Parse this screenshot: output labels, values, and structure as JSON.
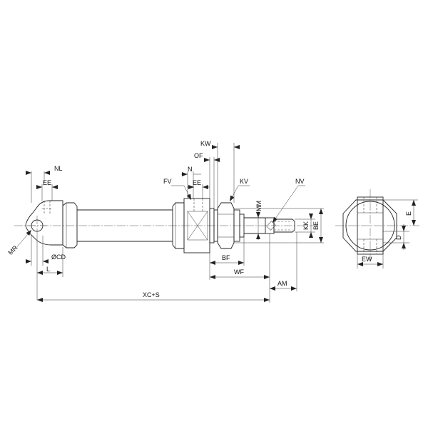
{
  "drawing": {
    "labels": {
      "nl": "NL",
      "ee_left": "EE",
      "mr": "MR",
      "cd": "ØCD",
      "l": "L",
      "xcs": "XC+S",
      "fv": "FV",
      "n": "N",
      "ee_mid": "EE",
      "of": "OF",
      "kw": "KW",
      "kv": "KV",
      "mm": "MM",
      "nv": "NV",
      "kk": "KK",
      "be": "BE",
      "bf": "BF",
      "wf": "WF",
      "am": "AM",
      "e": "E",
      "d": "D",
      "ew": "EW"
    }
  }
}
